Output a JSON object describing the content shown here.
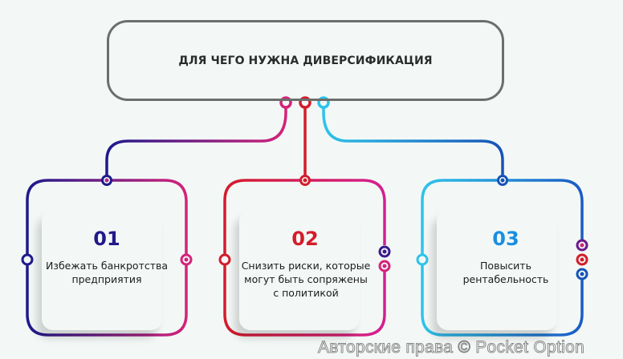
{
  "title": "ДЛЯ ЧЕГО НУЖНА ДИВЕРСИФИКАЦИЯ",
  "colors": {
    "title_border": "#6c6e6c",
    "navy": "#1e1a8c",
    "magenta": "#d4237a",
    "red": "#d41c2c",
    "cyan": "#2ec3ea",
    "blue": "#1753b8"
  },
  "cards": [
    {
      "number": "01",
      "text_lines": [
        "Избежать банкротства",
        "предприятия"
      ],
      "number_color": "#22198a"
    },
    {
      "number": "02",
      "text_lines": [
        "Снизить риски, которые",
        "могут быть сопряжены",
        "с политикой"
      ],
      "number_color": "#d41c2c"
    },
    {
      "number": "03",
      "text_lines": [
        "Повысить",
        "рентабельность"
      ],
      "number_color": "#1a8fe0"
    }
  ],
  "watermark": "Авторские права © Pocket Option"
}
